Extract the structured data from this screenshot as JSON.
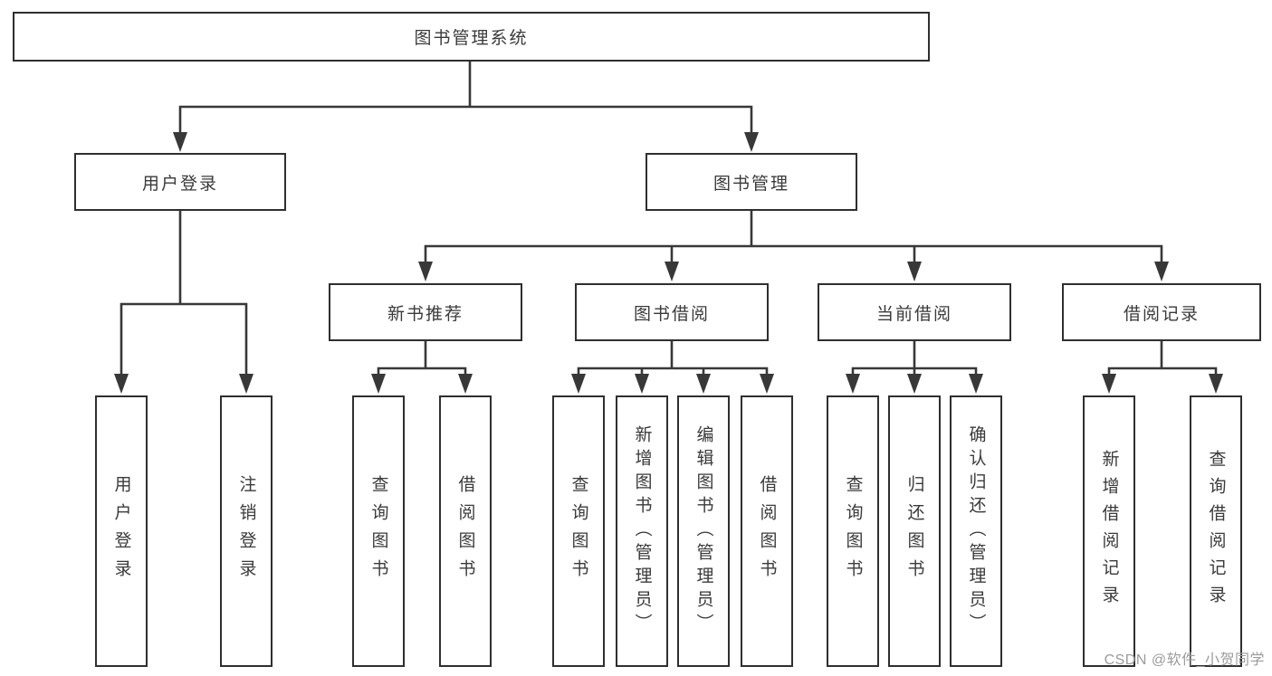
{
  "colors": {
    "line": "#383838",
    "box_border": "#2f2f2f",
    "text": "#3a3a3a",
    "watermark": "#9b9b9b",
    "background": "#ffffff"
  },
  "watermark": {
    "text": "CSDN @软件_小贺同学"
  },
  "tree": {
    "label": "图书管理系统",
    "children": [
      {
        "label": "用户登录",
        "children": [
          {
            "label": "用户登录"
          },
          {
            "label": "注销登录"
          }
        ]
      },
      {
        "label": "图书管理",
        "children": [
          {
            "label": "新书推荐",
            "children": [
              {
                "label": "查询图书"
              },
              {
                "label": "借阅图书"
              }
            ]
          },
          {
            "label": "图书借阅",
            "children": [
              {
                "label": "查询图书"
              },
              {
                "label": "新增图书（管理员）"
              },
              {
                "label": "编辑图书（管理员）"
              },
              {
                "label": "借阅图书"
              }
            ]
          },
          {
            "label": "当前借阅",
            "children": [
              {
                "label": "查询图书"
              },
              {
                "label": "归还图书"
              },
              {
                "label": "确认归还（管理员）"
              }
            ]
          },
          {
            "label": "借阅记录",
            "children": [
              {
                "label": "新增借阅记录"
              },
              {
                "label": "查询借阅记录"
              }
            ]
          }
        ]
      }
    ]
  }
}
